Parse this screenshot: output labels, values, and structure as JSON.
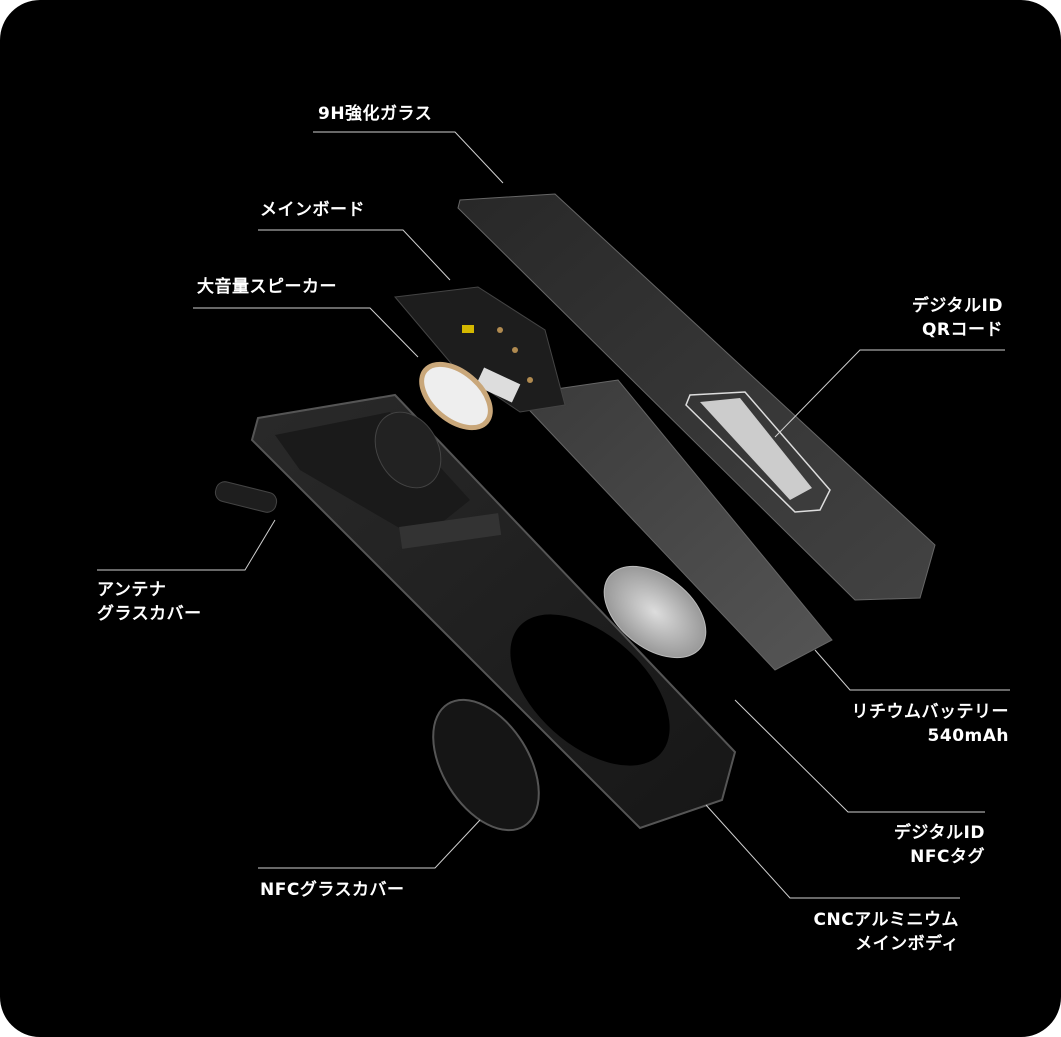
{
  "labels": {
    "glass": "9H強化ガラス",
    "mainboard": "メインボード",
    "speaker": "大音量スピーカー",
    "qr_line1": "デジタルID",
    "qr_line2": "QRコード",
    "antenna_line1": "アンテナ",
    "antenna_line2": "グラスカバー",
    "battery_line1": "リチウムバッテリー",
    "battery_line2": "540mAh",
    "nfc_tag_line1": "デジタルID",
    "nfc_tag_line2": "NFCタグ",
    "nfc_cover": "NFCグラスカバー",
    "body_line1": "CNCアルミニウム",
    "body_line2": "メインボディ"
  },
  "colors": {
    "background": "#000000",
    "text": "#ffffff",
    "leader": "#cfcfcf"
  }
}
